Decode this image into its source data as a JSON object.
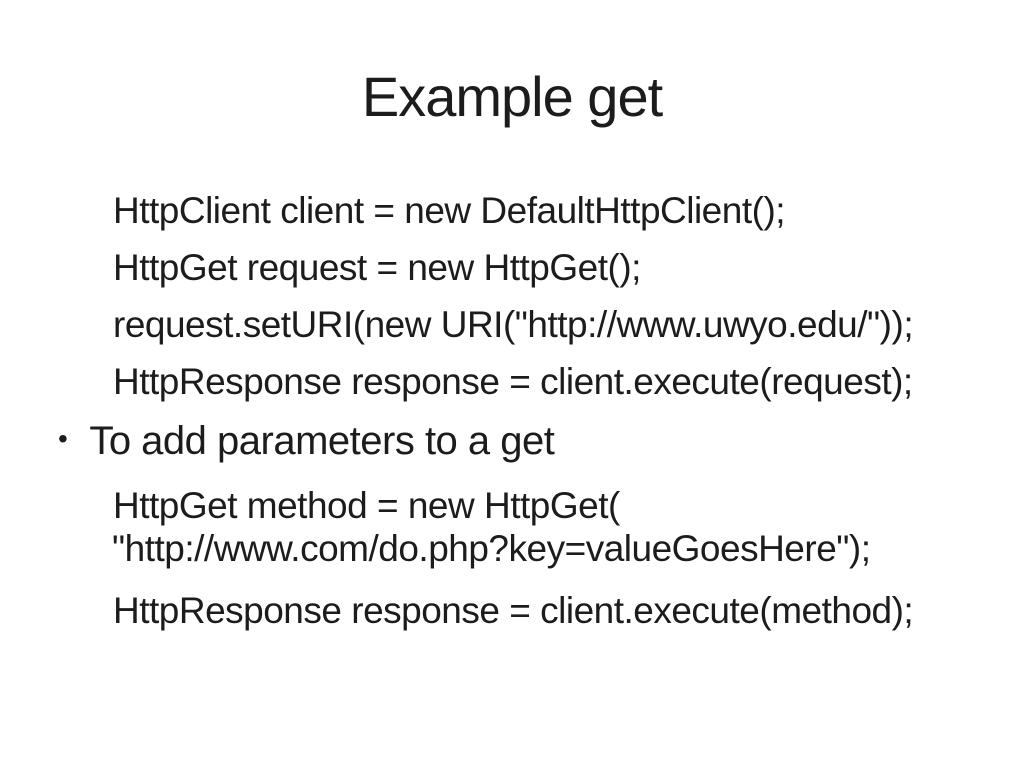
{
  "slide": {
    "title": "Example get",
    "code_block_top": [
      "HttpClient client = new DefaultHttpClient();",
      "HttpGet request = new HttpGet();",
      "request.setURI(new URI(\"http://www.uwyo.edu/\"));",
      "HttpResponse response = client.execute(request);"
    ],
    "bullet": {
      "marker": "•",
      "label": "To add parameters to a get"
    },
    "code_block_bottom": [
      "HttpGet method = new HttpGet(",
      "\"http://www.com/do.php?key=valueGoesHere\");",
      "HttpResponse response = client.execute(method);"
    ],
    "colors": {
      "background": "#ffffff",
      "text": "#1c1c1c"
    }
  }
}
